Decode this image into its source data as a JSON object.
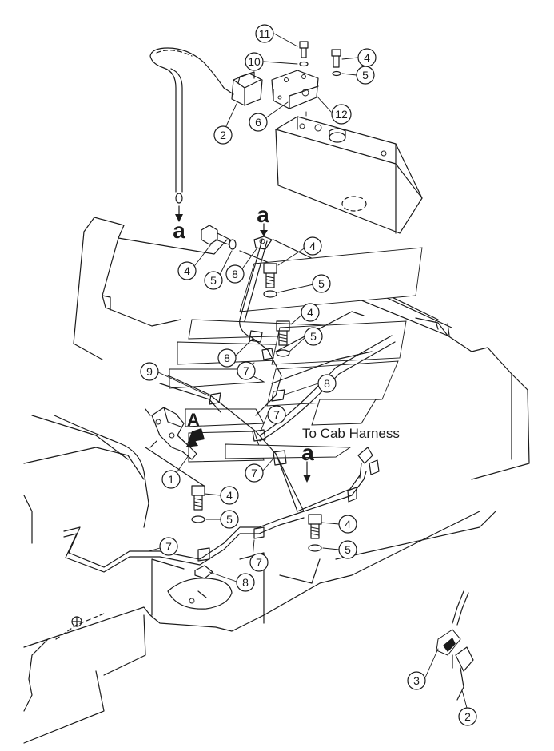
{
  "callouts": [
    {
      "label": "11"
    },
    {
      "label": "10"
    },
    {
      "label": "4"
    },
    {
      "label": "5"
    },
    {
      "label": "2"
    },
    {
      "label": "6"
    },
    {
      "label": "12"
    },
    {
      "label": "4"
    },
    {
      "label": "5"
    },
    {
      "label": "8"
    },
    {
      "label": "4"
    },
    {
      "label": "5"
    },
    {
      "label": "4"
    },
    {
      "label": "5"
    },
    {
      "label": "8"
    },
    {
      "label": "7"
    },
    {
      "label": "9"
    },
    {
      "label": "8"
    },
    {
      "label": "7"
    },
    {
      "label": "1"
    },
    {
      "label": "7"
    },
    {
      "label": "4"
    },
    {
      "label": "5"
    },
    {
      "label": "4"
    },
    {
      "label": "5"
    },
    {
      "label": "7"
    },
    {
      "label": "7"
    },
    {
      "label": "8"
    },
    {
      "label": "3"
    },
    {
      "label": "2"
    }
  ],
  "markers": {
    "a_top": "a",
    "a_left": "a",
    "a_right": "a",
    "view_A": "A"
  },
  "notes": {
    "to_cab_harness": "To Cab Harness"
  }
}
